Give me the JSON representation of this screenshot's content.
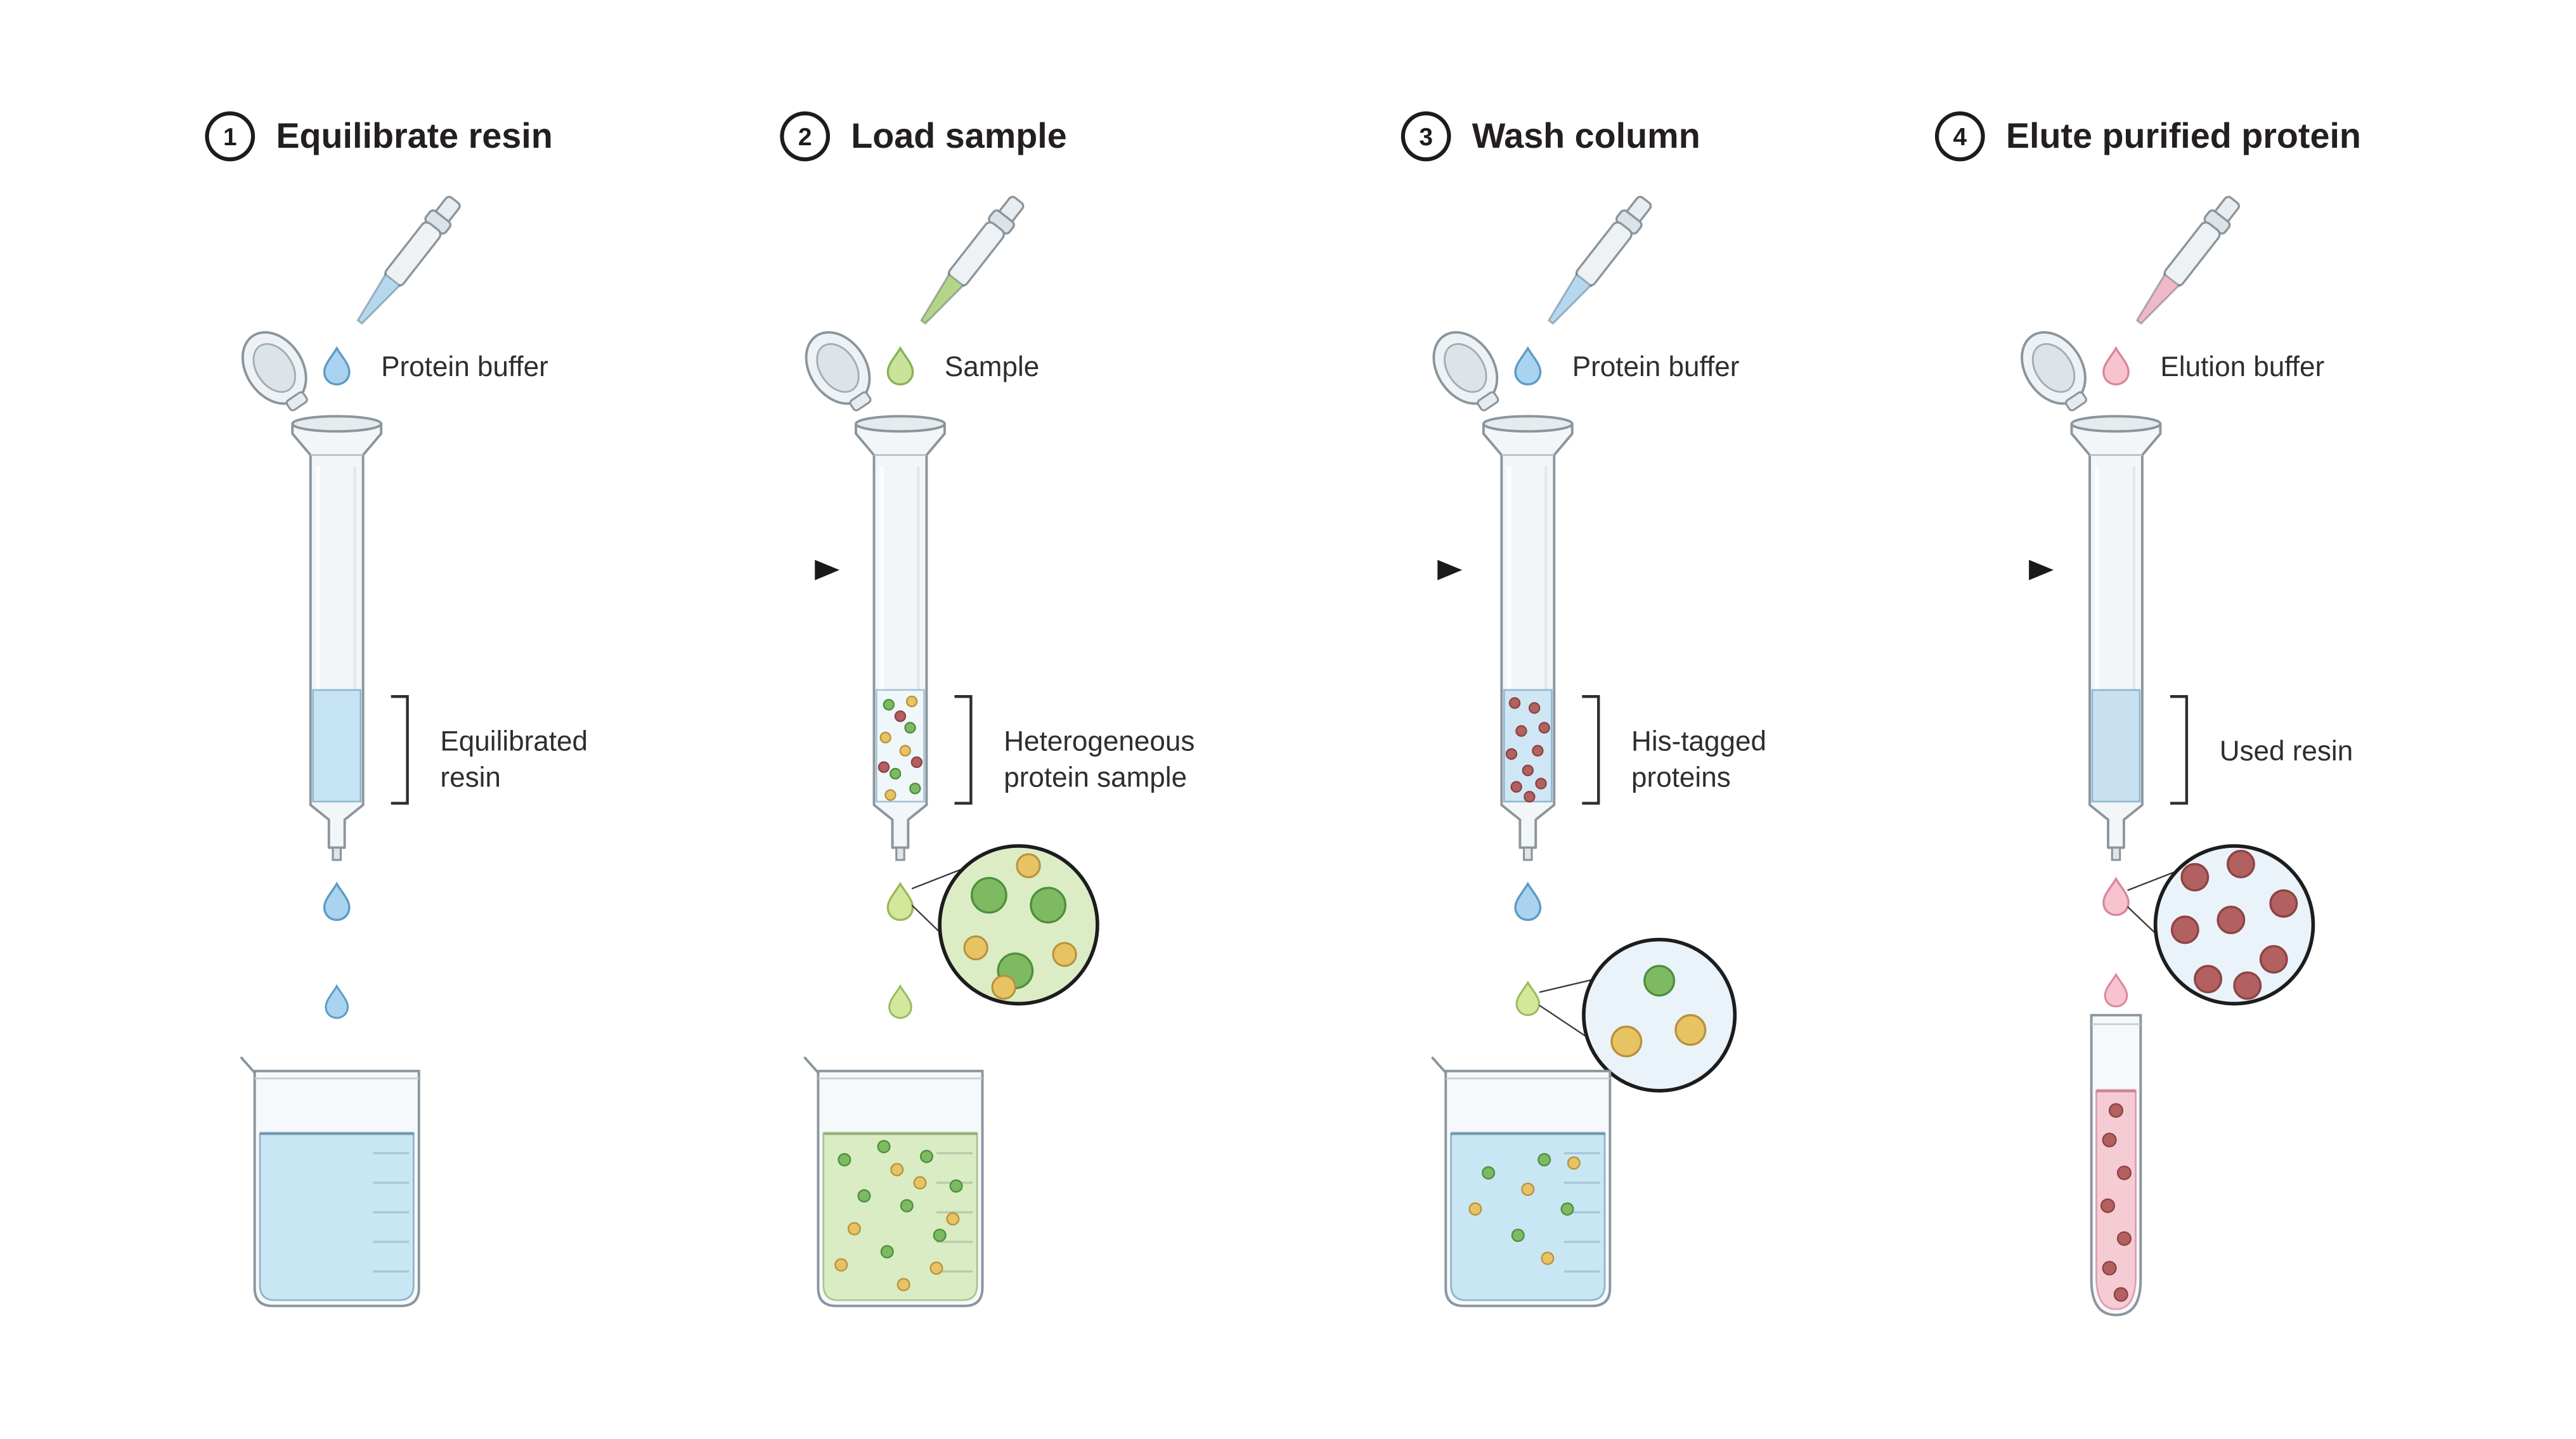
{
  "steps": [
    {
      "number": "1",
      "title": "Equilibrate resin",
      "drop_label": "Protein buffer",
      "column_label_line1": "Equilibrated",
      "column_label_line2": "resin"
    },
    {
      "number": "2",
      "title": "Load sample",
      "drop_label": "Sample",
      "column_label_line1": "Heterogeneous",
      "column_label_line2": "protein sample"
    },
    {
      "number": "3",
      "title": "Wash column",
      "drop_label": "Protein buffer",
      "column_label_line1": "His-tagged",
      "column_label_line2": "proteins"
    },
    {
      "number": "4",
      "title": "Elute purified protein",
      "drop_label": "Elution buffer",
      "column_label_line1": "Used resin",
      "column_label_line2": ""
    }
  ],
  "icons": {
    "pipette": "micropipette-icon",
    "tube_cap": "open-cap-icon",
    "spin_column": "chromatography-column-icon",
    "drop": "droplet-icon",
    "beaker": "beaker-icon",
    "test_tube": "test-tube-icon",
    "magnified_view": "zoom-circle-icon",
    "arrow": "right-arrow-icon"
  },
  "colors": {
    "text_ink": "#231f20",
    "outline_ink": "#1c1c1c",
    "glass_stroke": "#8b959c",
    "pipette_tip_blue": "#b5d8ee",
    "pipette_tip_green": "#b4d489",
    "pipette_tip_pink": "#f0b9c7",
    "buffer_blue": "#a9d3ef",
    "sample_green": "#c9e39b",
    "flowthrough_green": "#d5e79b",
    "elution_pink": "#f6c3cf",
    "resin_blue": "#c5e3f3",
    "resin_light": "#f0f7fb",
    "resin_wash": "#cfe7f4",
    "used_resin": "#c7e1f0",
    "protein_green": "#7eba62",
    "protein_green_stroke": "#4e8f3e",
    "protein_yellow": "#e7c363",
    "protein_yellow_stroke": "#b8923c",
    "protein_red": "#b26060",
    "protein_red_stroke": "#8e4343",
    "beaker_blue": "#c9e6f4",
    "beaker_green": "#d9ecc3",
    "tube_pink": "#f6ccd4",
    "magnifier_green_bg": "#dcedc6",
    "magnifier_blue_bg": "#eaf3fa"
  }
}
